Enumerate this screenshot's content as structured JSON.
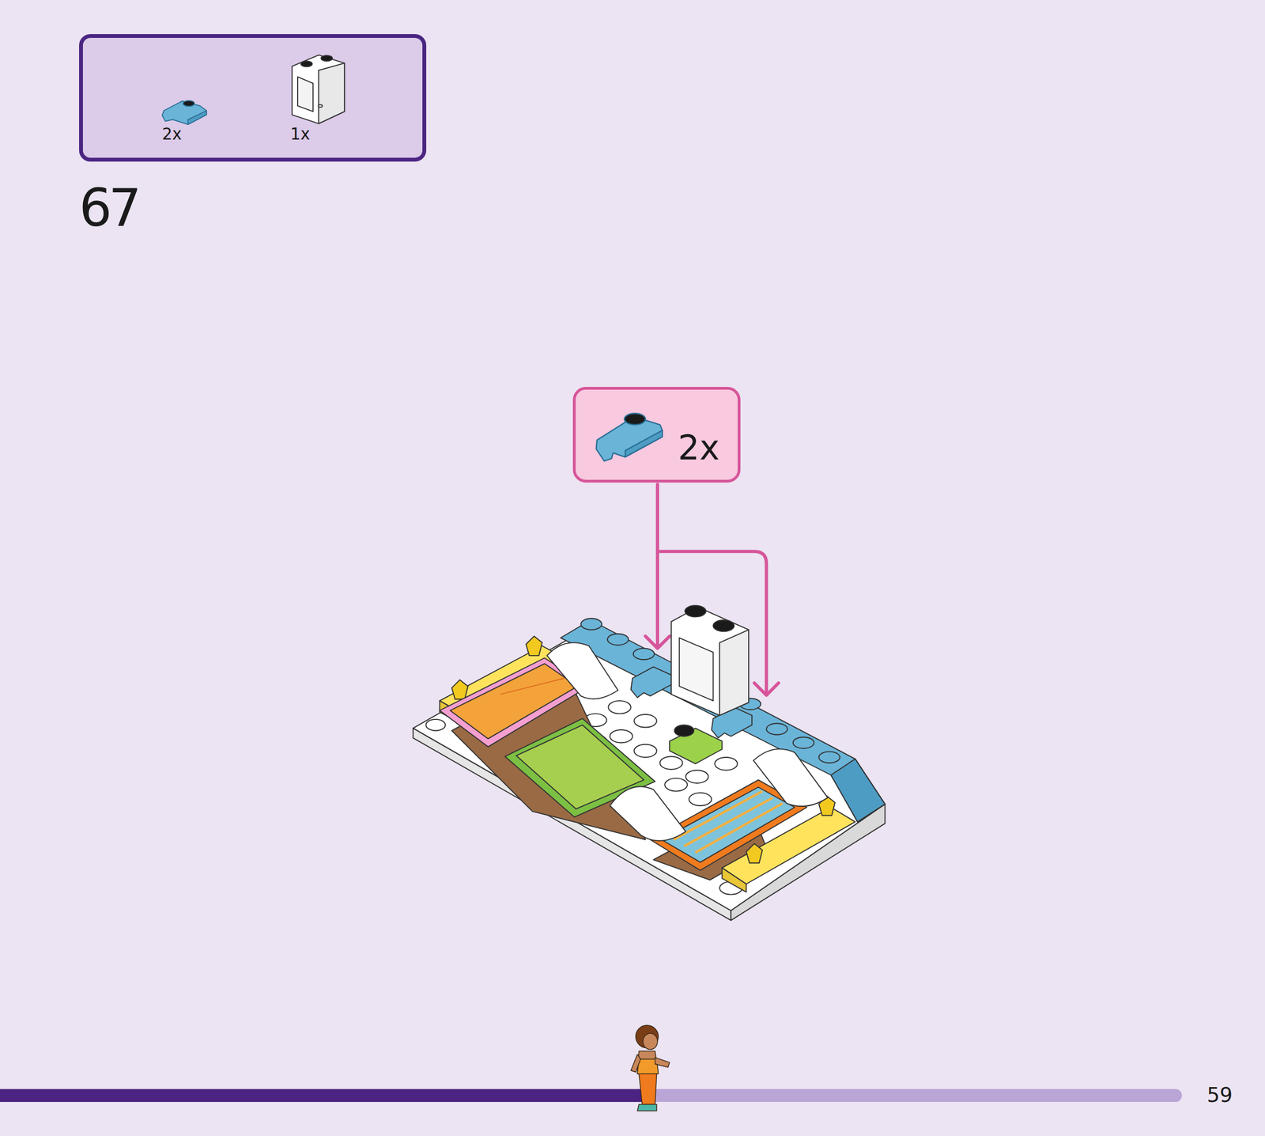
{
  "diagram": {
    "nodes": [
      {
        "text": [
          "2x",
          "1x"
        ]
      },
      {
        "text": [
          "2x"
        ]
      }
    ],
    "labels": [
      "67",
      "59"
    ]
  }
}
